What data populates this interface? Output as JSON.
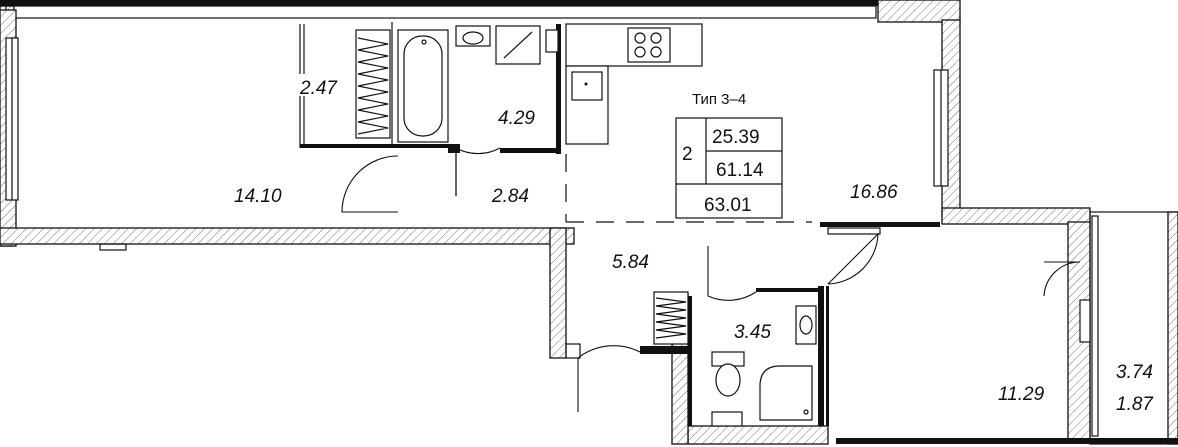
{
  "apartment": {
    "type_label": "Тип 3–4",
    "rooms": "2",
    "living_area": "25.39",
    "total_area_no_balcony": "61.14",
    "total_area": "63.01"
  },
  "room_areas": {
    "living_left": "14.10",
    "wardrobe": "2.47",
    "bathroom": "4.29",
    "corridor": "2.84",
    "kitchen_living": "16.86",
    "hall": "5.84",
    "toilet": "3.45",
    "bedroom": "11.29",
    "balcony_full": "3.74",
    "balcony_reduced": "1.87"
  },
  "icons": [
    "stove-icon",
    "sink-icon",
    "washbasin-icon",
    "toilet-icon",
    "bathtub-icon",
    "shower-icon",
    "radiator-icon"
  ]
}
